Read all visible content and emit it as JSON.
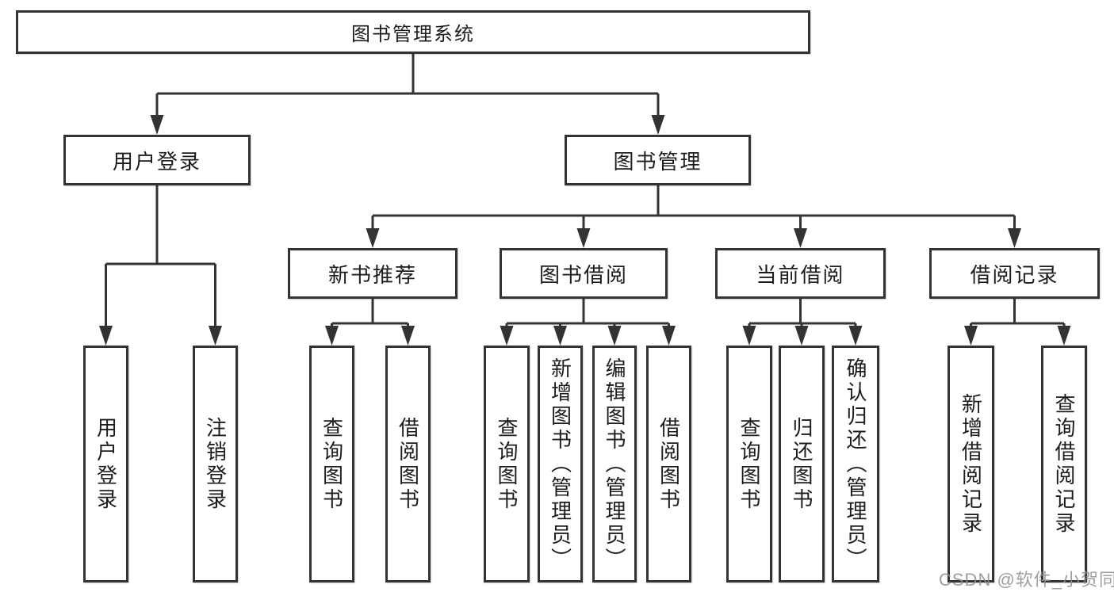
{
  "colors": {
    "line": "#333333",
    "node_border": "#333333",
    "node_background": "#ffffff",
    "text": "#1c1c1c",
    "watermark": "#8f8f8f"
  },
  "tree": {
    "label": "图书管理系统",
    "children": [
      {
        "label": "用户登录",
        "children": [
          {
            "label": "用户登录"
          },
          {
            "label": "注销登录"
          }
        ]
      },
      {
        "label": "图书管理",
        "children": [
          {
            "label": "新书推荐",
            "children": [
              {
                "label": "查询图书"
              },
              {
                "label": "借阅图书"
              }
            ]
          },
          {
            "label": "图书借阅",
            "children": [
              {
                "label": "查询图书"
              },
              {
                "label": "新增图书（管理员）"
              },
              {
                "label": "编辑图书（管理员）"
              },
              {
                "label": "借阅图书"
              }
            ]
          },
          {
            "label": "当前借阅",
            "children": [
              {
                "label": "查询图书"
              },
              {
                "label": "归还图书"
              },
              {
                "label": "确认归还（管理员）"
              }
            ]
          },
          {
            "label": "借阅记录",
            "children": [
              {
                "label": "新增借阅记录"
              },
              {
                "label": "查询借阅记录"
              }
            ]
          }
        ]
      }
    ]
  },
  "watermark": {
    "text": "CSDN @软件_小贺同学"
  }
}
